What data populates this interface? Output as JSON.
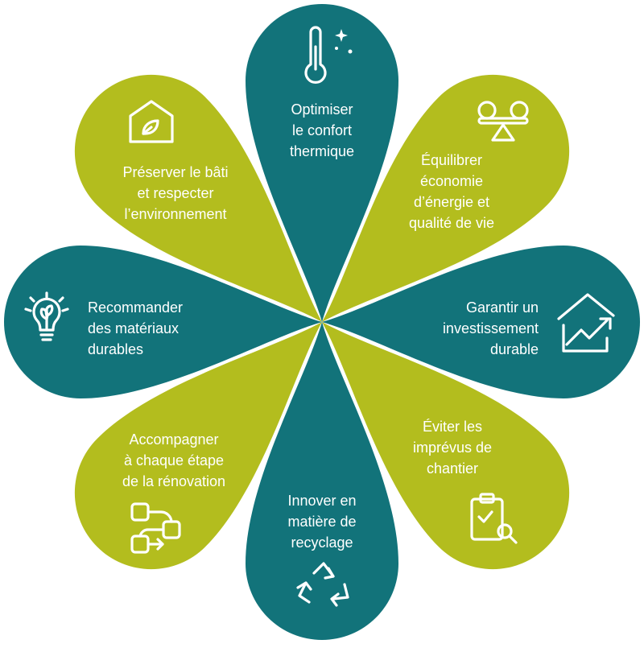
{
  "colors": {
    "teal": "#12737a",
    "green": "#b3bd1e",
    "text": "#ffffff",
    "background": "#ffffff"
  },
  "petals": [
    {
      "id": "top",
      "color": "teal",
      "icon": "thermometer-icon",
      "lines": [
        "Optimiser",
        "le confort",
        "thermique"
      ]
    },
    {
      "id": "top-right",
      "color": "green",
      "icon": "balance-icon",
      "lines": [
        "Équilibrer",
        "économie",
        "d’énergie et",
        "qualité de vie"
      ]
    },
    {
      "id": "right",
      "color": "teal",
      "icon": "house-growth-icon",
      "lines": [
        "Garantir un",
        "investissement",
        "durable"
      ]
    },
    {
      "id": "bottom-right",
      "color": "green",
      "icon": "clipboard-search-icon",
      "lines": [
        "Éviter les",
        "imprévus de",
        "chantier"
      ]
    },
    {
      "id": "bottom",
      "color": "teal",
      "icon": "recycle-icon",
      "lines": [
        "Innover en",
        "matière de",
        "recyclage"
      ]
    },
    {
      "id": "bottom-left",
      "color": "green",
      "icon": "workflow-icon",
      "lines": [
        "Accompagner",
        "à chaque étape",
        "de la rénovation"
      ]
    },
    {
      "id": "left",
      "color": "teal",
      "icon": "eco-bulb-icon",
      "lines": [
        "Recommander",
        "des matériaux",
        "durables"
      ]
    },
    {
      "id": "top-left",
      "color": "green",
      "icon": "eco-house-icon",
      "lines": [
        "Préserver le bâti",
        "et respecter",
        "l’environnement"
      ]
    }
  ]
}
